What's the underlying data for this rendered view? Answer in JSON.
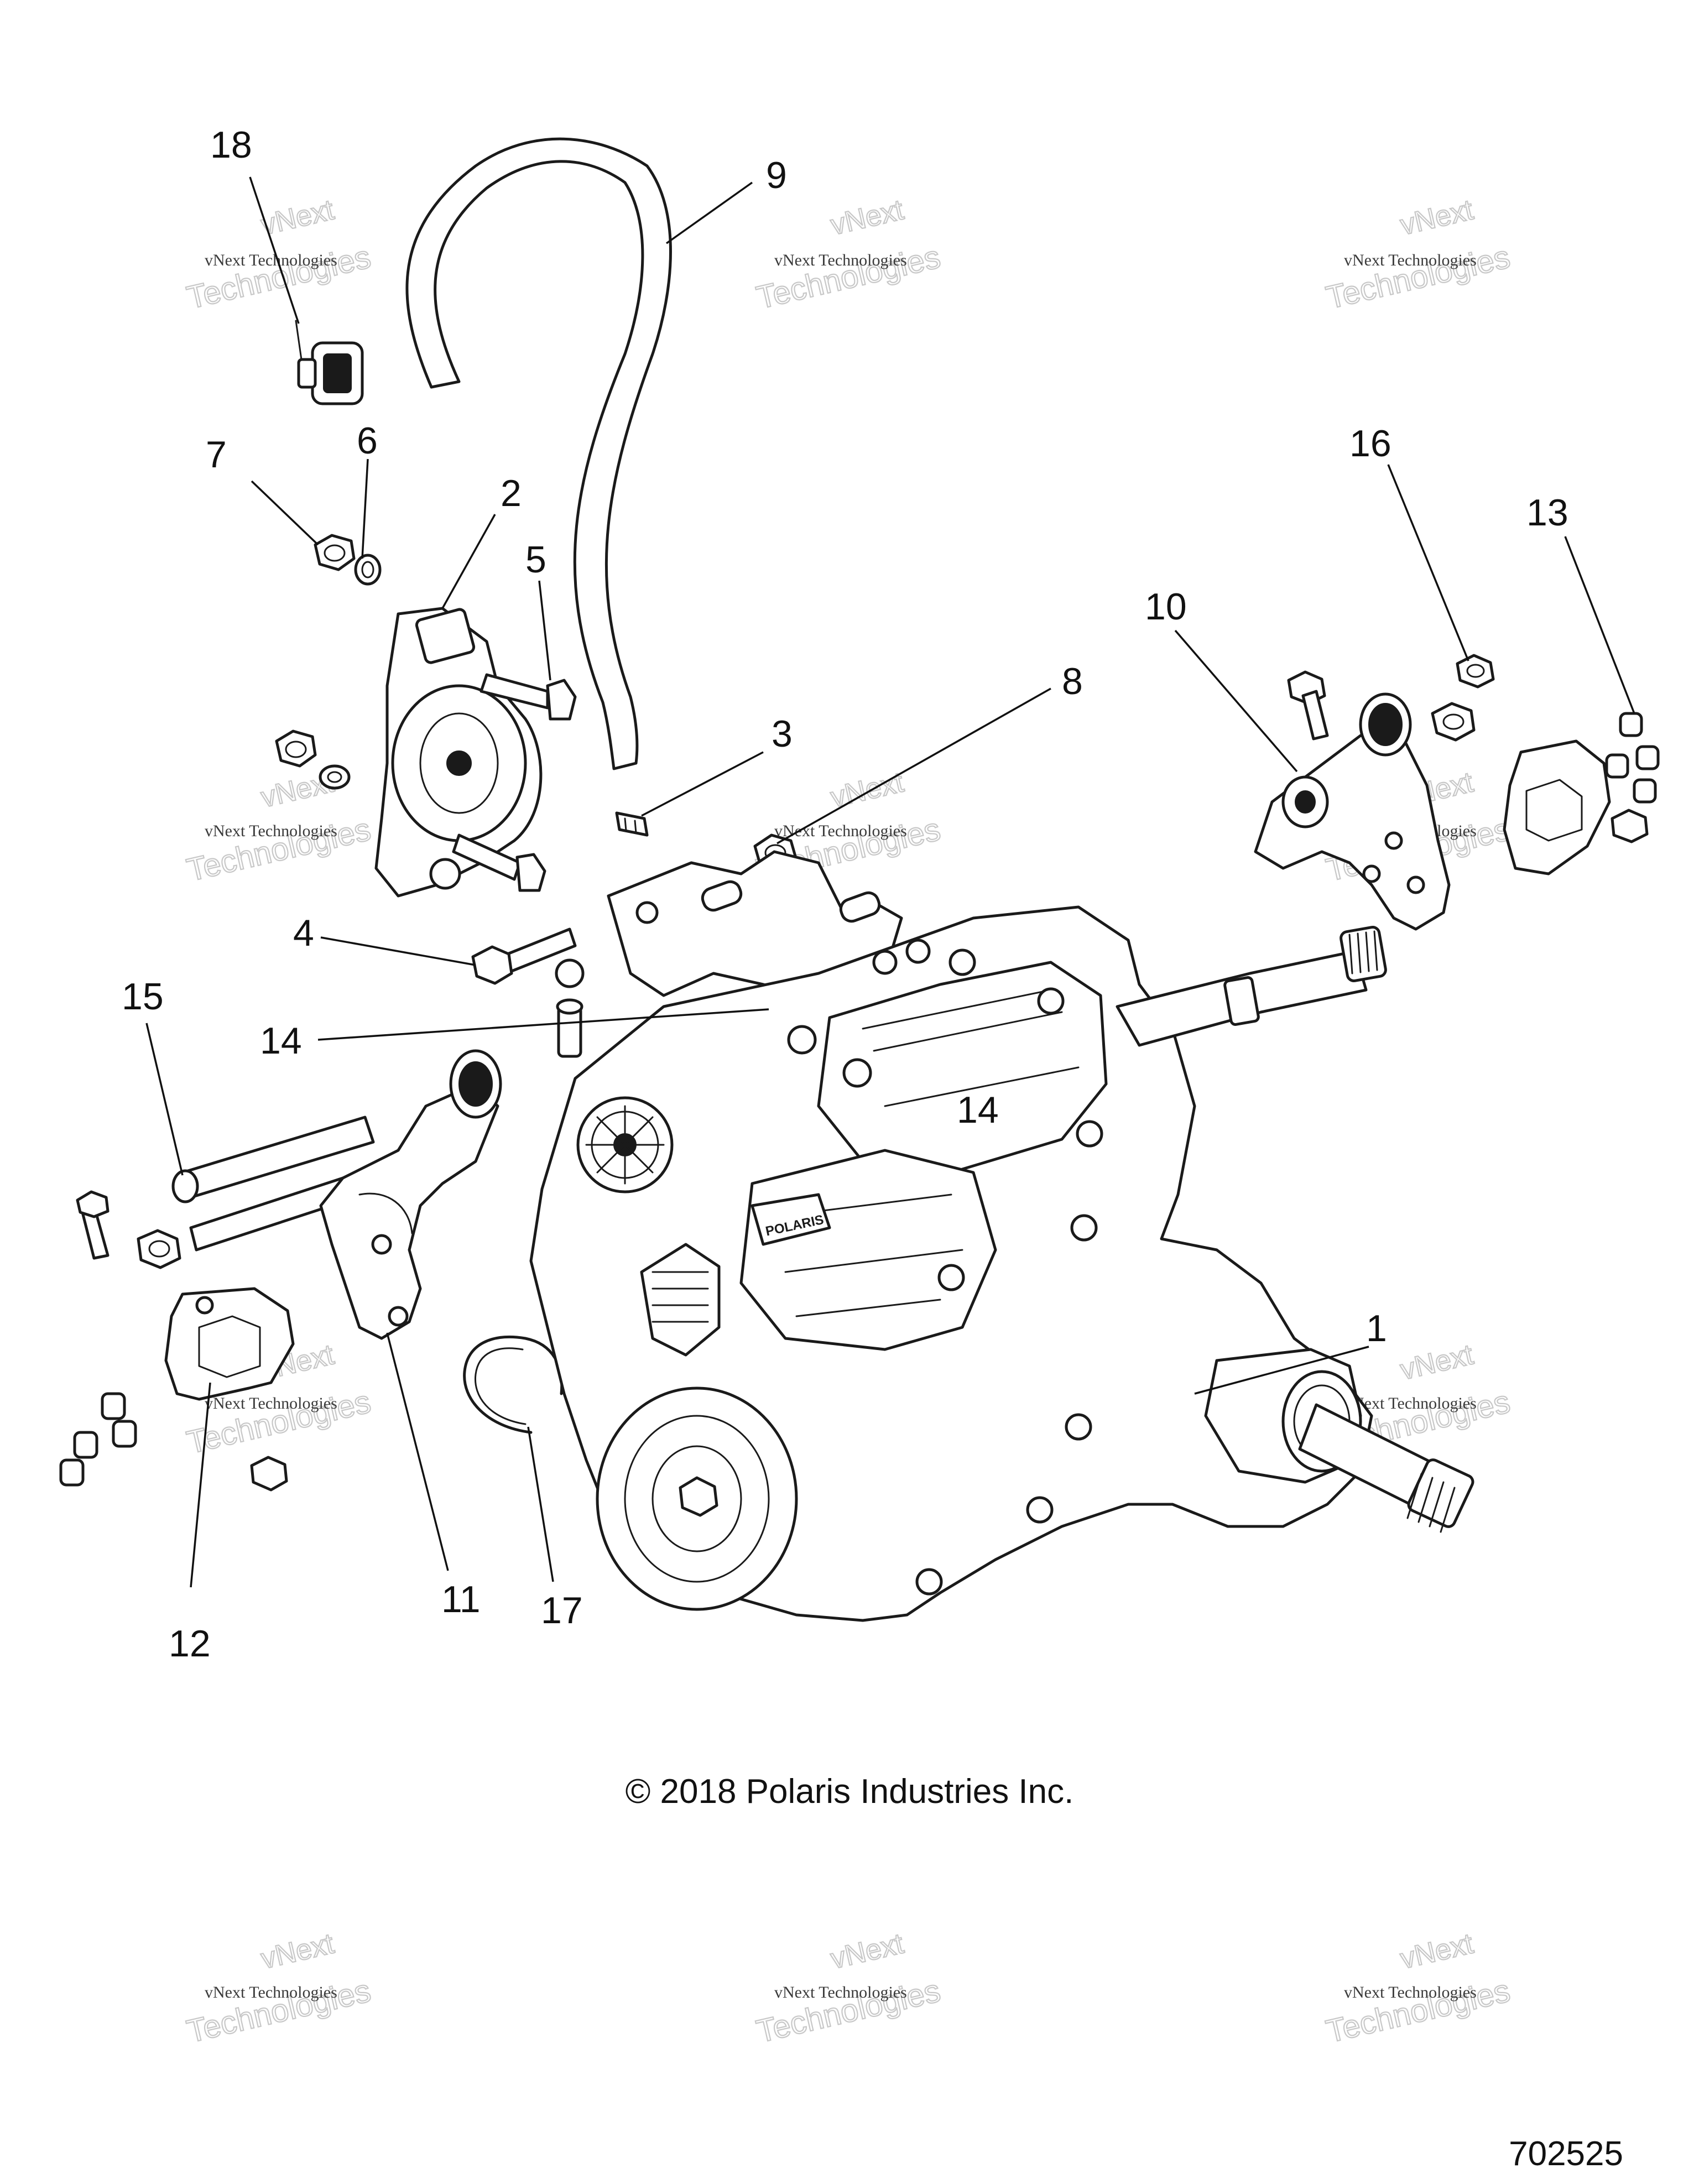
{
  "diagram": {
    "copyright": "© 2018 Polaris Industries Inc.",
    "diagram_number": "702525",
    "part_brand_mark": "POLARIS",
    "watermark": {
      "line1": "vNext Technologies",
      "line2": "Technologies",
      "line0": "vNext"
    },
    "callouts": [
      "18",
      "9",
      "7",
      "6",
      "2",
      "5",
      "16",
      "13",
      "10",
      "8",
      "3",
      "4",
      "15",
      "14",
      "14",
      "1",
      "12",
      "11",
      "17"
    ]
  }
}
